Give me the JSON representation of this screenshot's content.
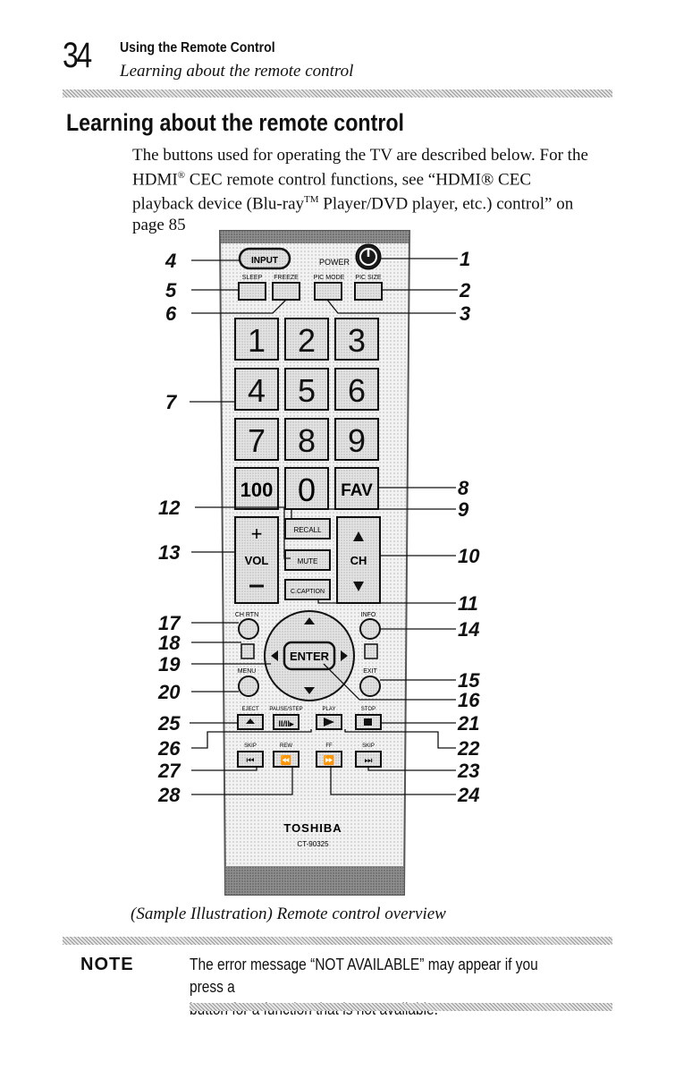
{
  "header": {
    "page_number": "34",
    "section_title": "Using the Remote Control",
    "section_subtitle": "Learning about the remote control"
  },
  "heading": "Learning about the remote control",
  "intro": {
    "line1": "The buttons used for operating the TV are described below. For the",
    "line2_pre": "HDMI",
    "line2_reg": "®",
    "line2_post": " CEC remote control functions, see “HDMI® CEC",
    "line3_pre": "playback device (Blu-ray",
    "line3_tm": "TM",
    "line3_post": " Player/DVD player, etc.) control” on",
    "line4": "page 85"
  },
  "remote": {
    "top_labels": {
      "input": "INPUT",
      "power": "POWER",
      "sleep": "SLEEP",
      "freeze": "FREEZE",
      "pic_mode": "PIC MODE",
      "pic_size": "PIC SIZE"
    },
    "digits": [
      "1",
      "2",
      "3",
      "4",
      "5",
      "6",
      "7",
      "8",
      "9"
    ],
    "hundred": "100",
    "zero": "0",
    "fav": "FAV",
    "recall": "RECALL",
    "mute": "MUTE",
    "c_caption": "C.CAPTION",
    "vol": "VOL",
    "ch": "CH",
    "ch_rtn": "CH RTN",
    "info": "INFO",
    "menu": "MENU",
    "exit": "EXIT",
    "enter": "ENTER",
    "transport_labels": [
      "EJECT",
      "PAUSE/STEP",
      "PLAY",
      "STOP"
    ],
    "skip_labels": [
      "SKIP",
      "REW",
      "FF",
      "SKIP"
    ],
    "brand": "TOSHIBA",
    "model": "CT-90325"
  },
  "callouts": {
    "left": [
      "4",
      "5",
      "6",
      "7",
      "12",
      "13",
      "17",
      "18",
      "19",
      "20",
      "25",
      "26",
      "27",
      "28"
    ],
    "right": [
      "1",
      "2",
      "3",
      "8",
      "9",
      "10",
      "11",
      "14",
      "15",
      "16",
      "21",
      "22",
      "23",
      "24"
    ]
  },
  "caption": "(Sample Illustration) Remote control overview",
  "note": {
    "label": "NOTE",
    "line1": "The error message “NOT AVAILABLE” may appear if you press a",
    "line2": "button for a function that is not available."
  }
}
